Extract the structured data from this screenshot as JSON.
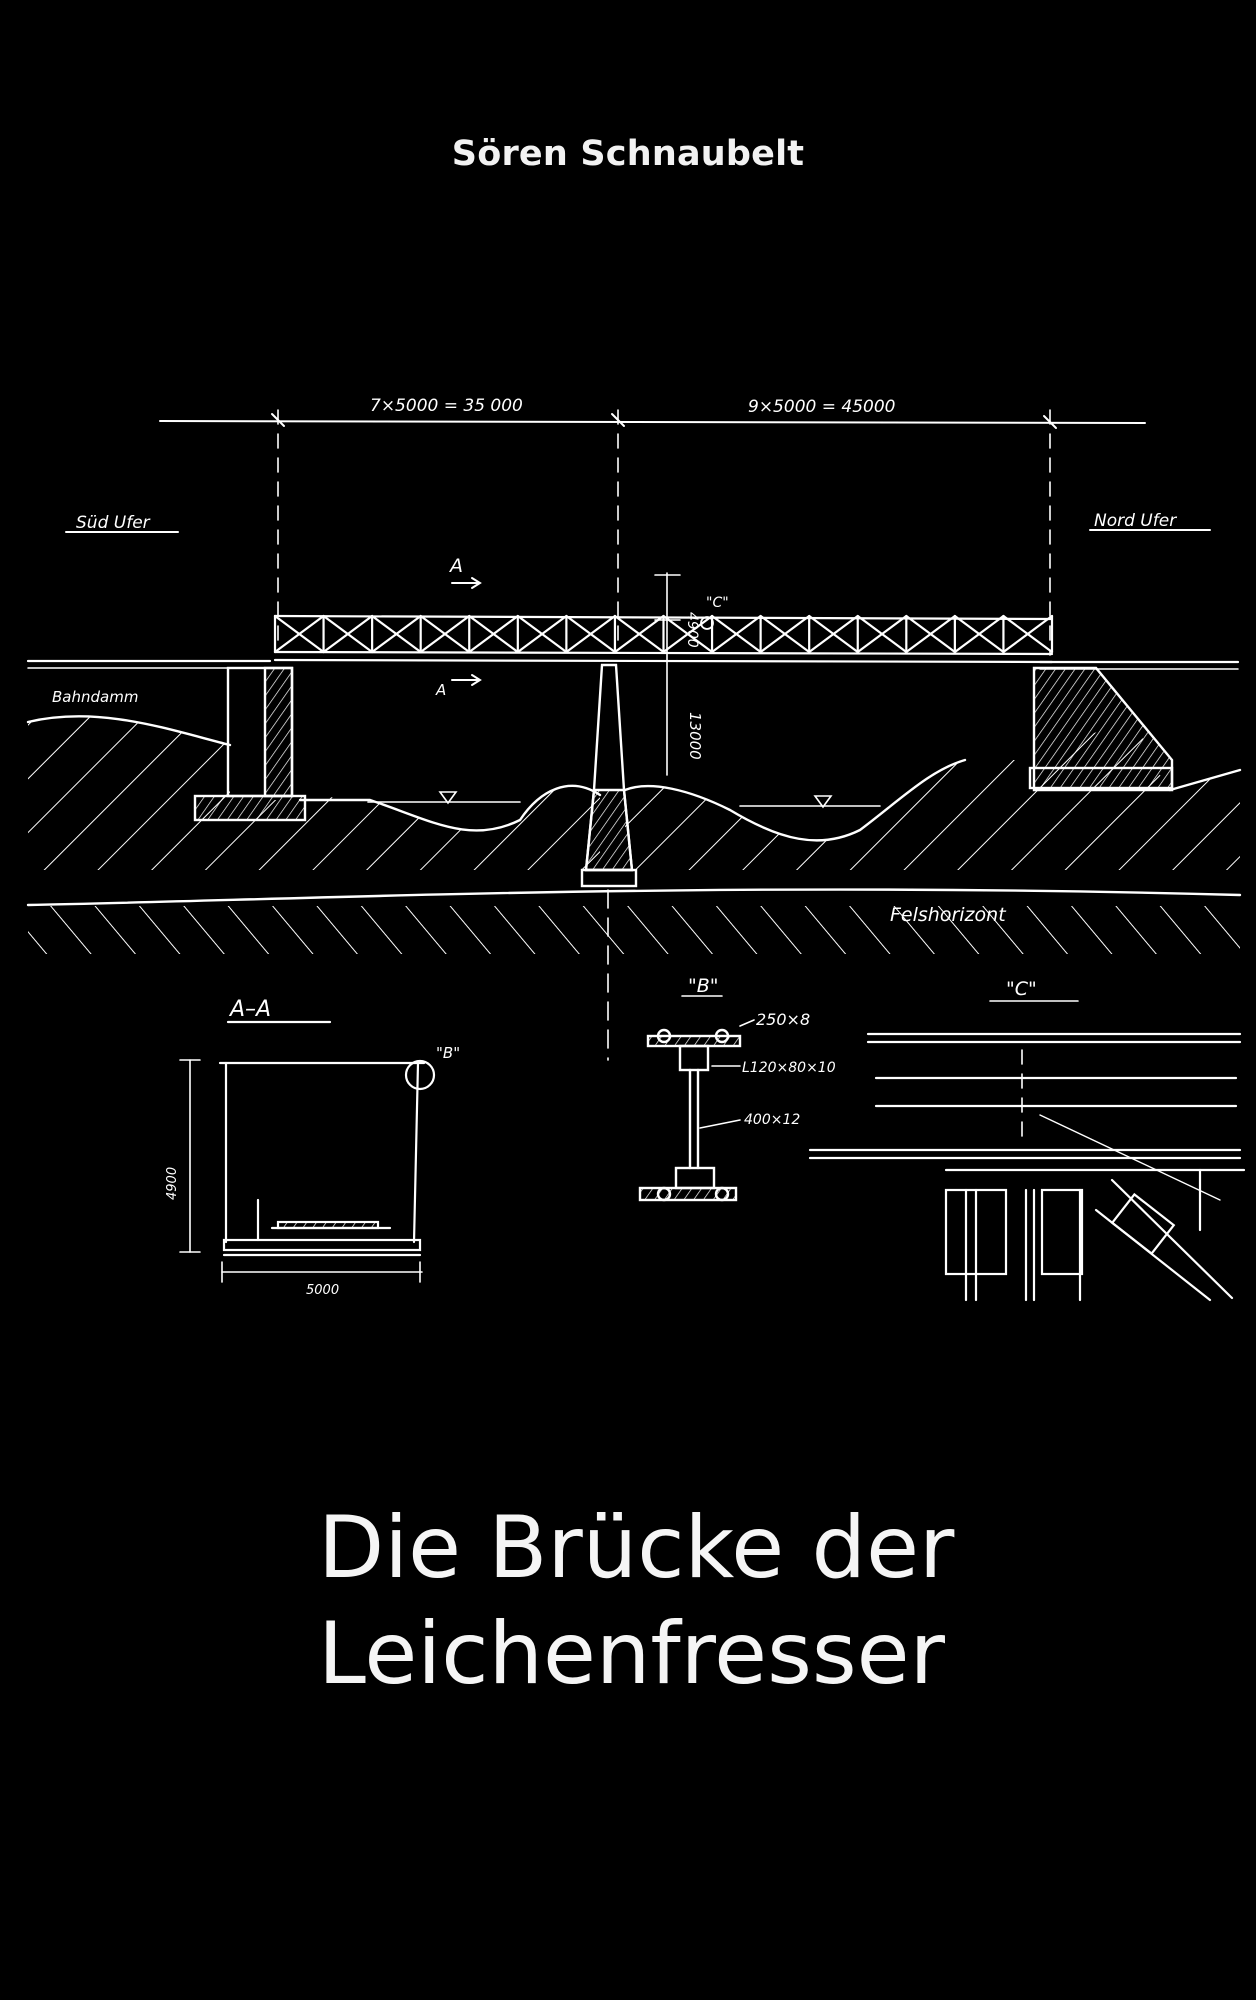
{
  "cover": {
    "author": "Sören Schnaubelt",
    "title_line1": "Die Brücke der",
    "title_line2": "Leichenfresser"
  },
  "drawing_labels": {
    "span_left": "7×5000 = 35 000",
    "span_right": "9×5000 = 45000",
    "south_bank": "Süd Ufer",
    "north_bank": "Nord Ufer",
    "embankment": "Bahndamm",
    "section_a_top": "A",
    "section_a_bottom": "A",
    "height_truss": "4900",
    "height_pier": "13000",
    "detail_c_mark": "\"C\"",
    "bedrock": "Felshorizont",
    "section_aa": "A–A",
    "detail_b_mark": "\"B\"",
    "section_height": "4900",
    "section_width": "5000",
    "detail_b_title": "\"B\"",
    "plate": "250×8",
    "angle": "L120×80×10",
    "web": "400×12",
    "detail_c_title": "\"C\""
  },
  "colors": {
    "background": "#000000",
    "ink": "#ffffff"
  }
}
